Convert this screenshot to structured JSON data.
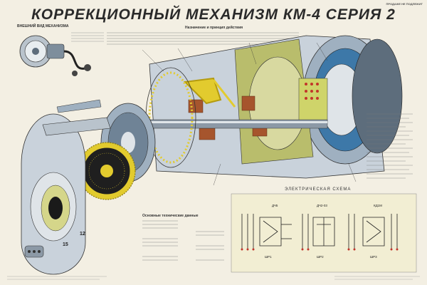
{
  "poster": {
    "title": "КОРРЕКЦИОННЫЙ МЕХАНИЗМ КМ-4 СЕРИЯ 2",
    "external_view_label": "ВНЕШНИЙ ВИД МЕХАНИЗМА",
    "description_heading": "Назначение и принцип действия",
    "tech_data_heading": "Основные технические данные",
    "electric_scheme_heading": "ЭЛЕКТРИЧЕСКАЯ СХЕМА",
    "corner_right": "ПРОДАЖЕ НЕ ПОДЛЕЖИТ",
    "schematic_labels": {
      "dsg_left": "ДЧ5",
      "dsg_mid": "ДЧ2-03",
      "dsg_right": "КД1М",
      "shr_left": "ШР1",
      "shr_mid": "ШР2",
      "shr_right": "ШР3"
    },
    "dial_numbers": [
      "12",
      "15"
    ]
  },
  "colors": {
    "background": "#f3efe3",
    "metal_light": "#c9d2db",
    "metal_dark": "#5d6d7c",
    "blue_steel": "#3d78a8",
    "yellow": "#e2cb2e",
    "copper": "#a6552d",
    "red": "#c2352a",
    "olive": "#b9bd6c",
    "schematic_bg": "#f2eed3"
  }
}
